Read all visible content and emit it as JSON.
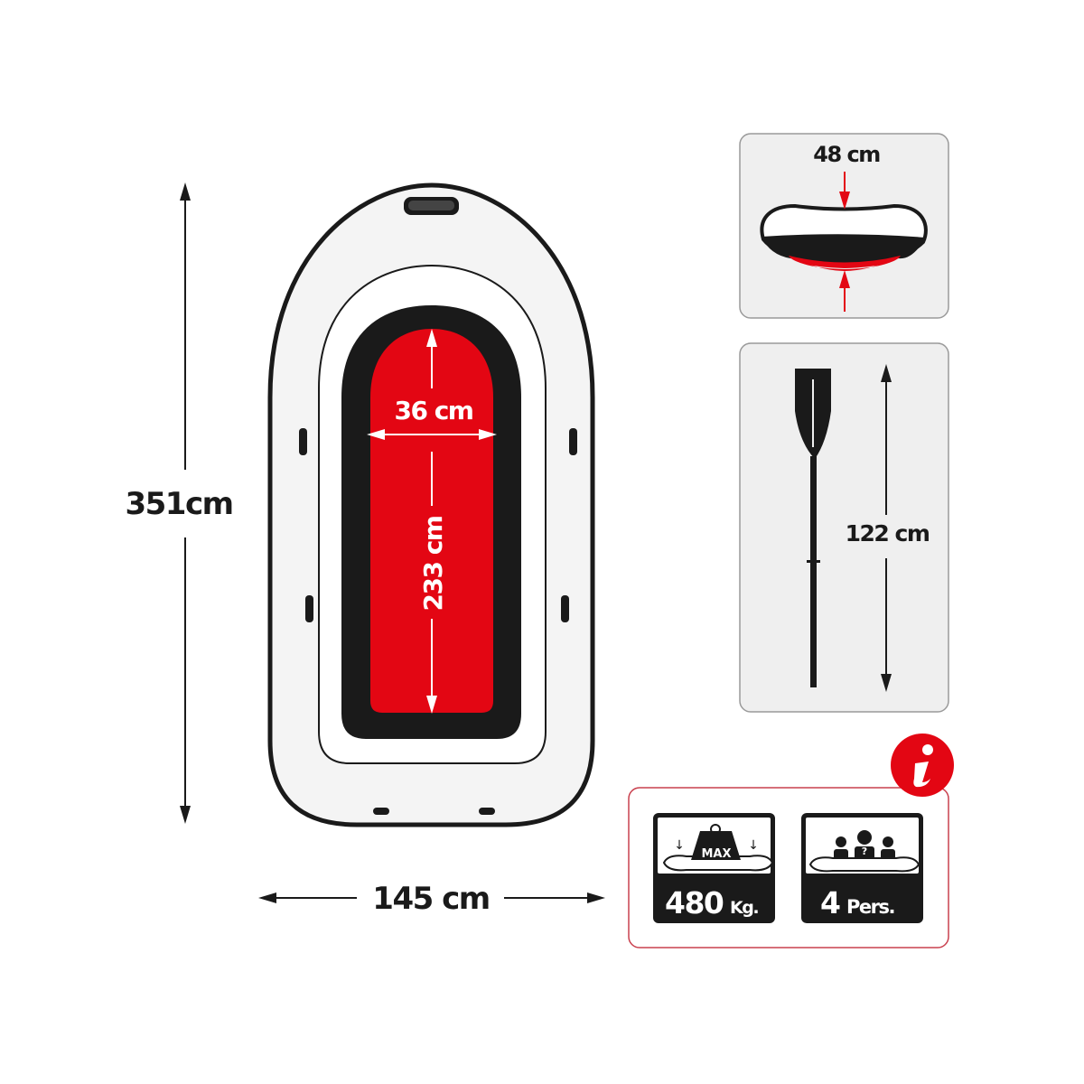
{
  "boat": {
    "length_label": "351cm",
    "width_label": "145 cm",
    "floor_width_label": "36 cm",
    "floor_length_label": "233 cm"
  },
  "tube": {
    "diameter_label": "48 cm"
  },
  "oar": {
    "length_label": "122 cm"
  },
  "info": {
    "icon": "info-icon",
    "max_badge": "MAX",
    "max_load_value": "480",
    "max_load_unit": "Kg.",
    "persons_value": "4",
    "persons_unit": "Pers.",
    "person_symbol": "?"
  },
  "colors": {
    "accent_red": "#e30613",
    "dark": "#1a1a1a",
    "panel": "#efefef"
  }
}
